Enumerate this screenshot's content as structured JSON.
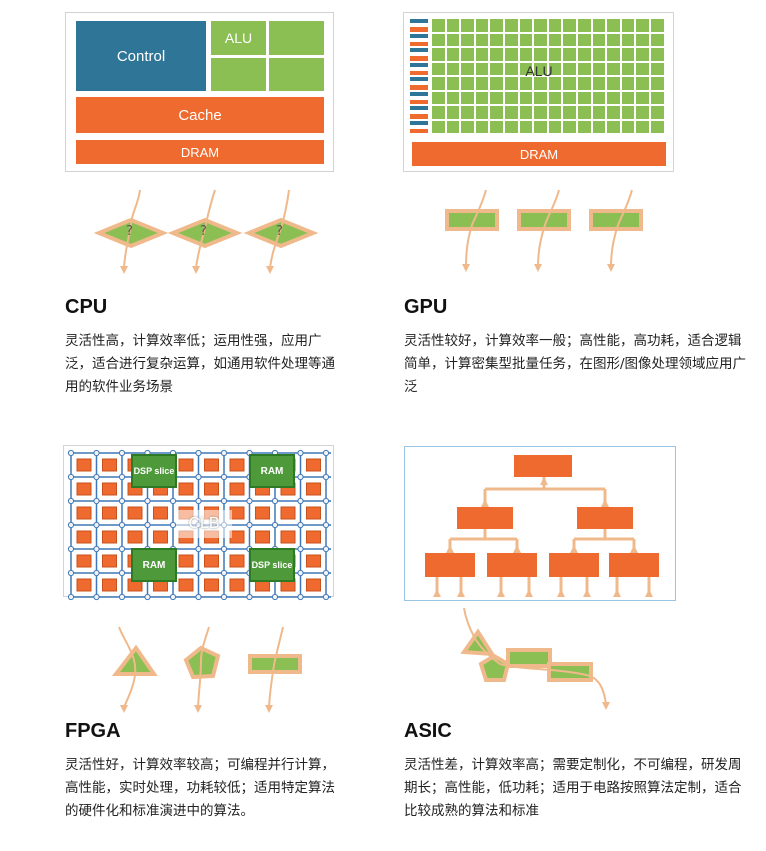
{
  "cpu": {
    "title": "CPU",
    "control": "Control",
    "alu": "ALU",
    "cache": "Cache",
    "dram": "DRAM",
    "unit_label": "?",
    "desc": "灵活性高，计算效率低；运用性强，应用广泛，适合进行复杂运算，如通用软件处理等通用的软件业务场景"
  },
  "gpu": {
    "title": "GPU",
    "alu": "ALU",
    "dram": "DRAM",
    "desc": "灵活性较好，计算效率一般；高性能，高功耗，适合逻辑简单，计算密集型批量任务，在图形/图像处理领域应用广泛"
  },
  "fpga": {
    "title": "FPGA",
    "dsp_top": "DSP slice",
    "ram_top": "RAM",
    "clb": "CLB",
    "ram_bottom": "RAM",
    "dsp_bottom": "DSP slice",
    "desc": "灵活性好，计算效率较高；可编程并行计算，高性能，实时处理，功耗较低；适用特定算法的硬件化和标准演进中的算法。"
  },
  "asic": {
    "title": "ASIC",
    "desc": "灵活性差，计算效率高；需要定制化，不可编程，研发周期长；高性能，低功耗；适用于电路按照算法定制，适合比较成熟的算法和标准"
  },
  "colors": {
    "blue": "#2f7597",
    "green": "#8bbf54",
    "orange": "#ef6a2e",
    "orange_light": "#f0b98b",
    "fpga_green": "#4e9a3a",
    "fpga_blue": "#3f78b8"
  }
}
